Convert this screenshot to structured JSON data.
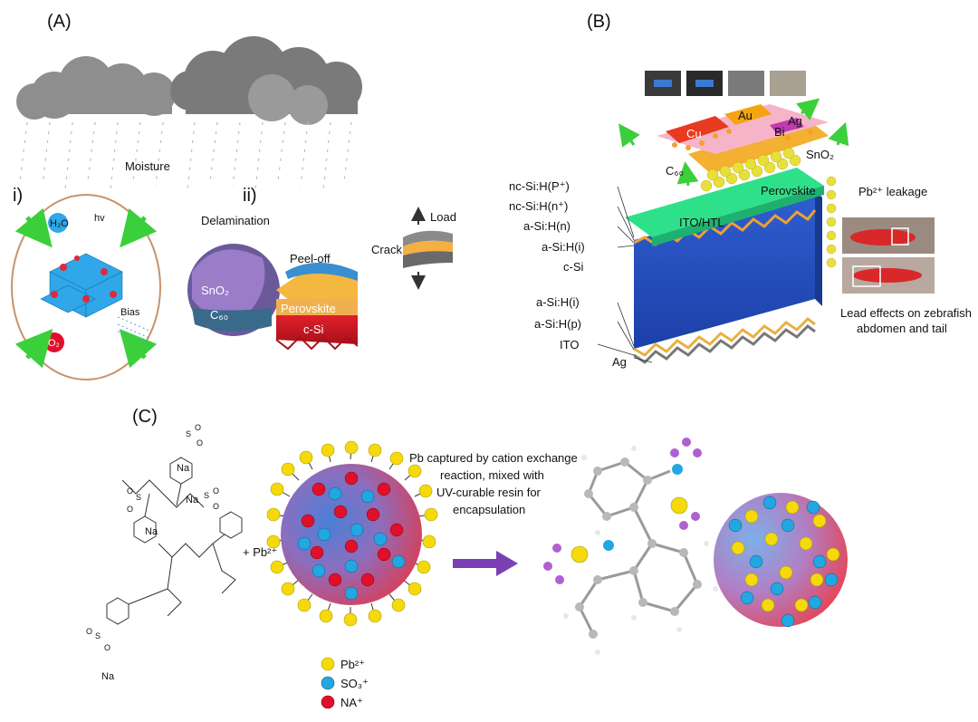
{
  "panel_a": {
    "label": "(A)",
    "moisture": "Moisture",
    "sub_i": "i)",
    "sub_ii": "ii)",
    "h2o": "H₂O",
    "hv": "hv",
    "bias": "Bias",
    "o2": "O₂",
    "delamination": "Delamination",
    "sno2": "SnO₂",
    "c60": "C₆₀",
    "peel_off": "Peel-off",
    "crack": "Crack",
    "load": "Load",
    "perovskite": "Perovskite",
    "csi": "c-Si"
  },
  "panel_b": {
    "label": "(B)",
    "metals": {
      "cu": "Cu",
      "au": "Au",
      "ag": "Ag",
      "bi": "Bi"
    },
    "c60": "C₆₀",
    "sno2": "SnO₂",
    "perovskite": "Perovskite",
    "ito_htl": "ITO/HTL",
    "layers": [
      "nc-Si:H(P⁺)",
      "nc-Si:H(n⁺)",
      "a-Si:H(n)",
      "a-Si:H(i)",
      "c-Si",
      "a-Si:H(i)",
      "a-Si:H(p)",
      "ITO",
      "Ag"
    ],
    "leakage": "Pb²⁺ leakage",
    "zebrafish_line1": "Lead effects on zebrafish",
    "zebrafish_line2": "abdomen and tail"
  },
  "panel_c": {
    "label": "(C)",
    "plus_pb": "+ Pb²⁺",
    "na": "Na",
    "process_lines": [
      "Pb captured by cation exchange",
      "reaction, mixed with",
      "UV-curable resin for",
      "encapsulation"
    ],
    "legend": [
      {
        "label": "Pb²⁺",
        "color": "#f5d90a"
      },
      {
        "label": "SO₃⁺",
        "color": "#22a7e0"
      },
      {
        "label": "NA⁺",
        "color": "#e0102a"
      }
    ]
  },
  "colors": {
    "arrow_purple": "#7b3fb5",
    "green_arrow": "#3ccf3c",
    "sphere_blue": "#3b7fd4",
    "sphere_red": "#e8534a"
  }
}
